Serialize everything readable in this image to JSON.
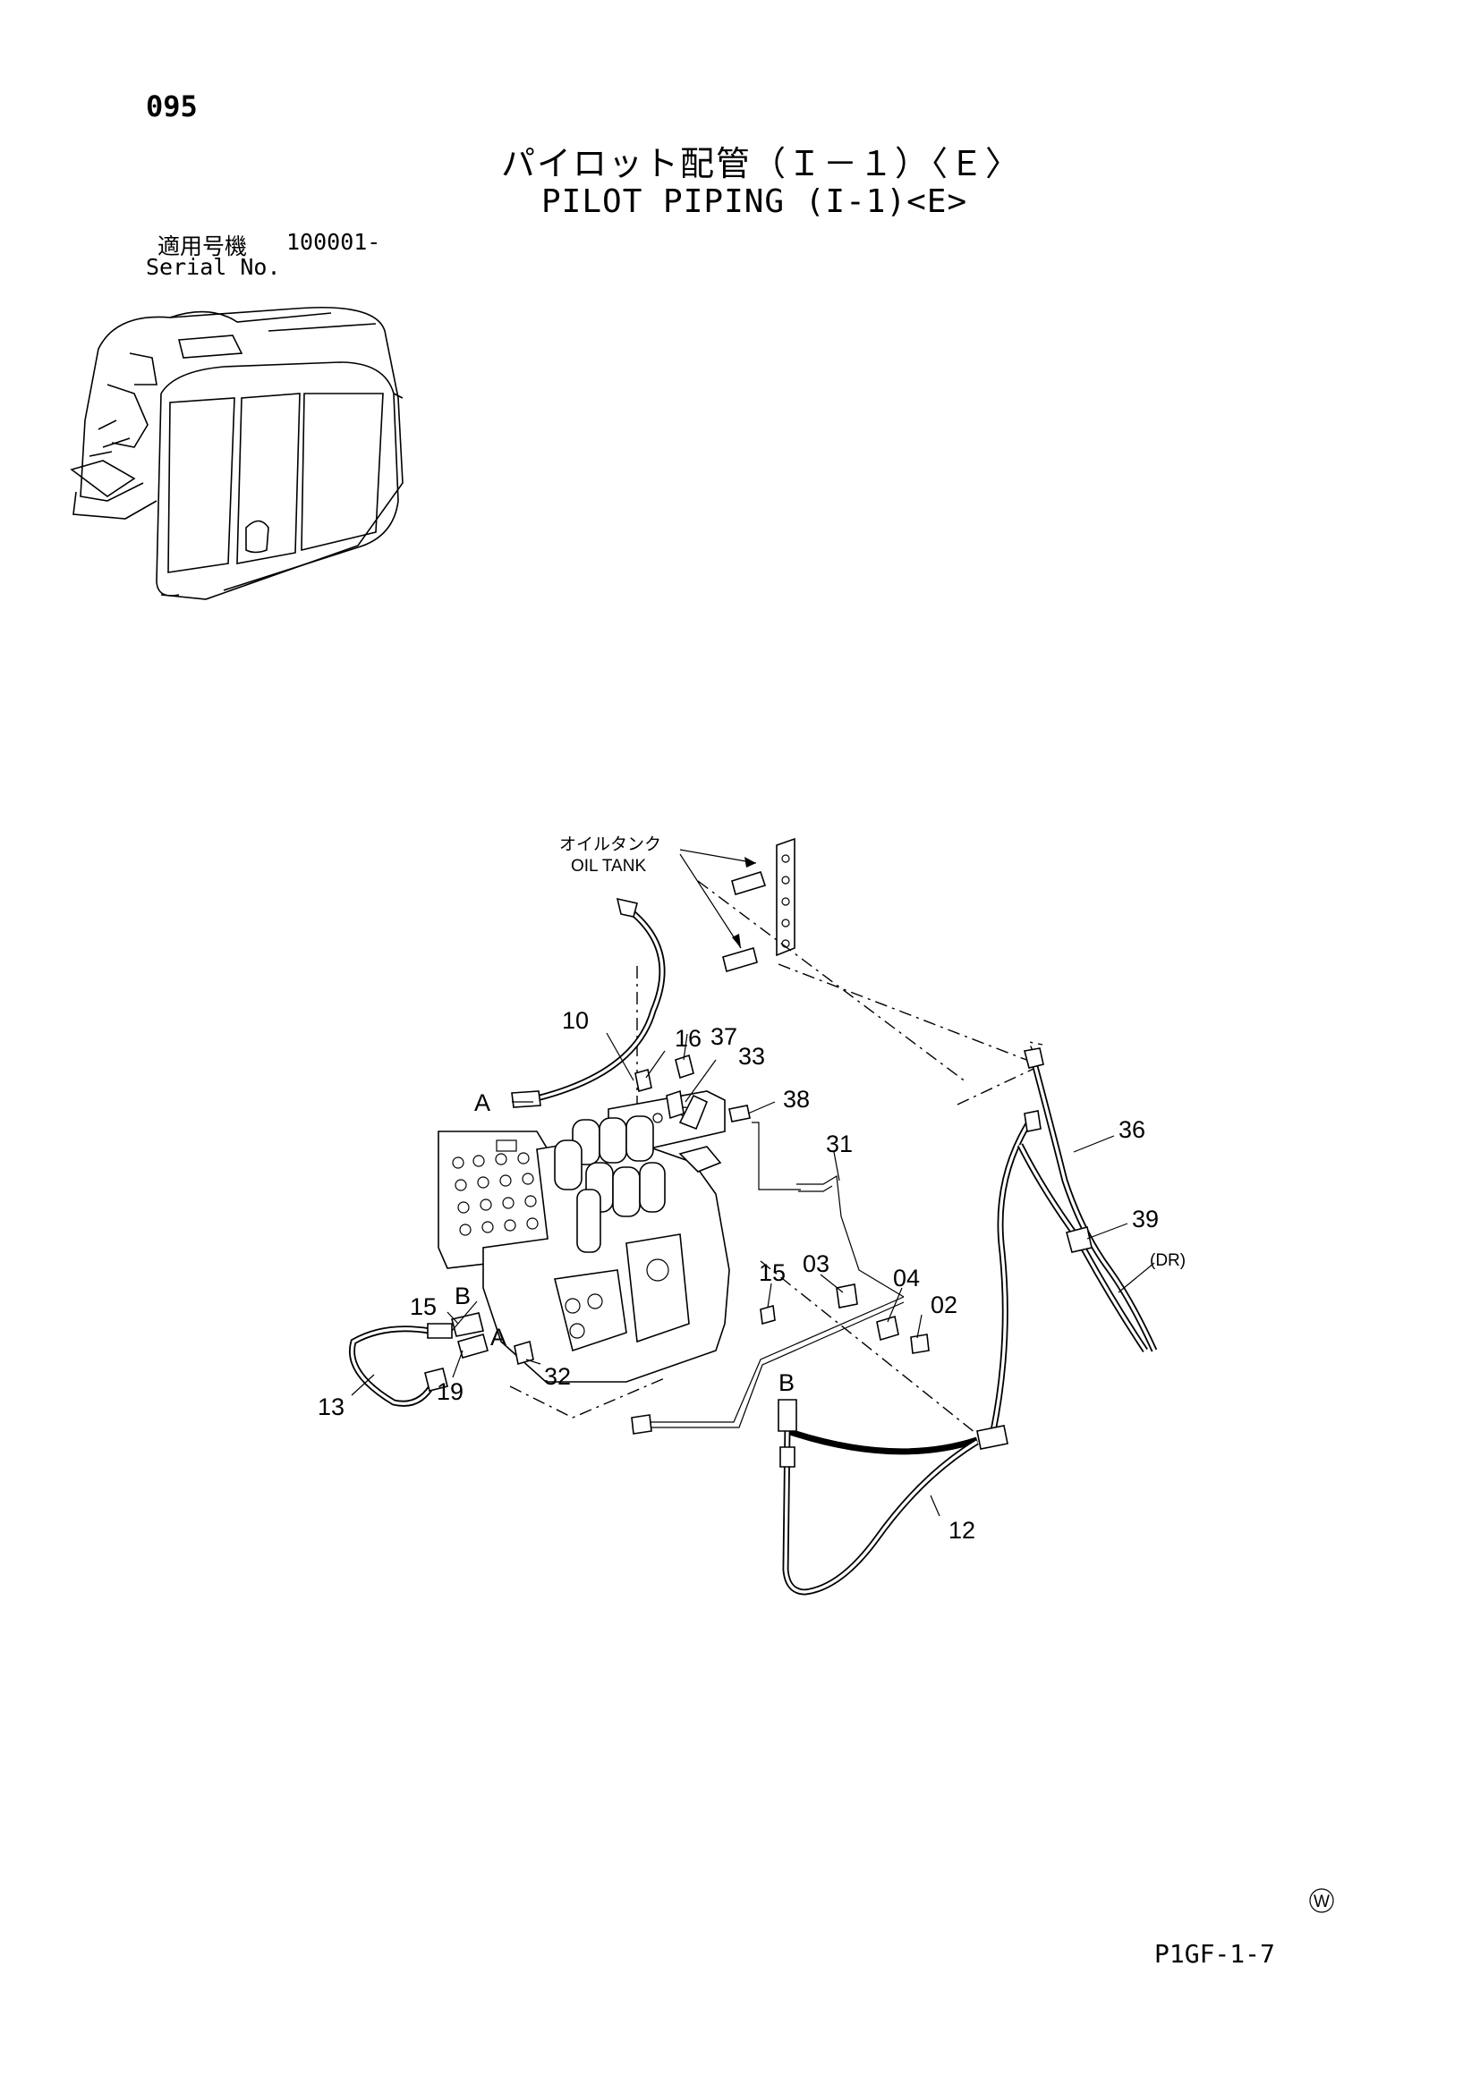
{
  "header": {
    "page_number": "095",
    "title_jp": "パイロット配管（Ｉ－１）〈Ｅ〉",
    "title_en": "PILOT PIPING (I-1)<E>",
    "serial_label_jp": "適用号機",
    "serial_number": "100001-",
    "serial_label_en": "Serial No."
  },
  "diagram": {
    "oil_tank_jp": "オイルタンク",
    "oil_tank_en": "OIL TANK",
    "drain_label": "(DR)",
    "callouts": {
      "p10": "10",
      "p16": "16",
      "p37": "37",
      "p33": "33",
      "p38": "38",
      "p31": "31",
      "p36": "36",
      "p39": "39",
      "p15a": "15",
      "p03": "03",
      "p04": "04",
      "p02": "02",
      "p15b": "15",
      "p13": "13",
      "p19": "19",
      "p32": "32",
      "p12": "12",
      "conn_a_top": "A",
      "conn_a_bottom": "A",
      "conn_b_left": "B",
      "conn_b_right": "B"
    }
  },
  "footer": {
    "mark": "W",
    "code": "P1GF-1-7"
  }
}
